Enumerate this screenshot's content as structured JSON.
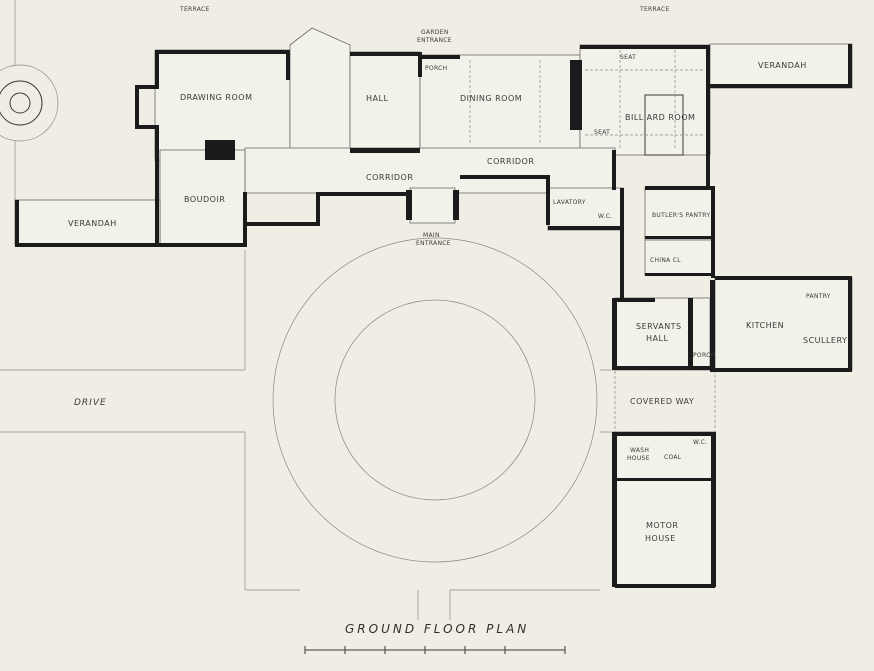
{
  "labels": {
    "terrace_left": "TERRACE",
    "terrace_right": "TERRACE",
    "garden_entrance_1": "GARDEN",
    "garden_entrance_2": "ENTRANCE",
    "porch_top": "PORCH",
    "drawing_room": "DRAWING ROOM",
    "hall": "HALL",
    "dining_room": "DINING ROOM",
    "seat_top": "SEAT",
    "seat_mid": "SEAT",
    "billiard_room": "BILLIARD ROOM",
    "verandah_right": "VERANDAH",
    "corridor_right": "CORRIDOR",
    "corridor_left": "CORRIDOR",
    "boudoir": "BOUDOIR",
    "verandah_left": "VERANDAH",
    "lavatory": "LAVATORY",
    "wc": "W.C.",
    "butlers_pantry": "BUTLER'S PANTRY",
    "china": "CHINA  CL",
    "main_entrance_1": "MAIN",
    "main_entrance_2": "ENTRANCE",
    "servants_hall_1": "SERVANTS",
    "servants_hall_2": "HALL",
    "kitchen": "KITCHEN",
    "pantry": "PANTRY",
    "scullery": "SCULLERY",
    "porch_bottom": "PORCH",
    "covered_way": "COVERED  WAY",
    "drive": "DRIVE",
    "wash_house_1": "WASH",
    "wash_house_2": "HOUSE",
    "coal": "COAL",
    "wc_small": "W.C.",
    "motor_house_1": "MOTOR",
    "motor_house_2": "HOUSE",
    "plan_title": "GROUND  FLOOR  PLAN"
  }
}
